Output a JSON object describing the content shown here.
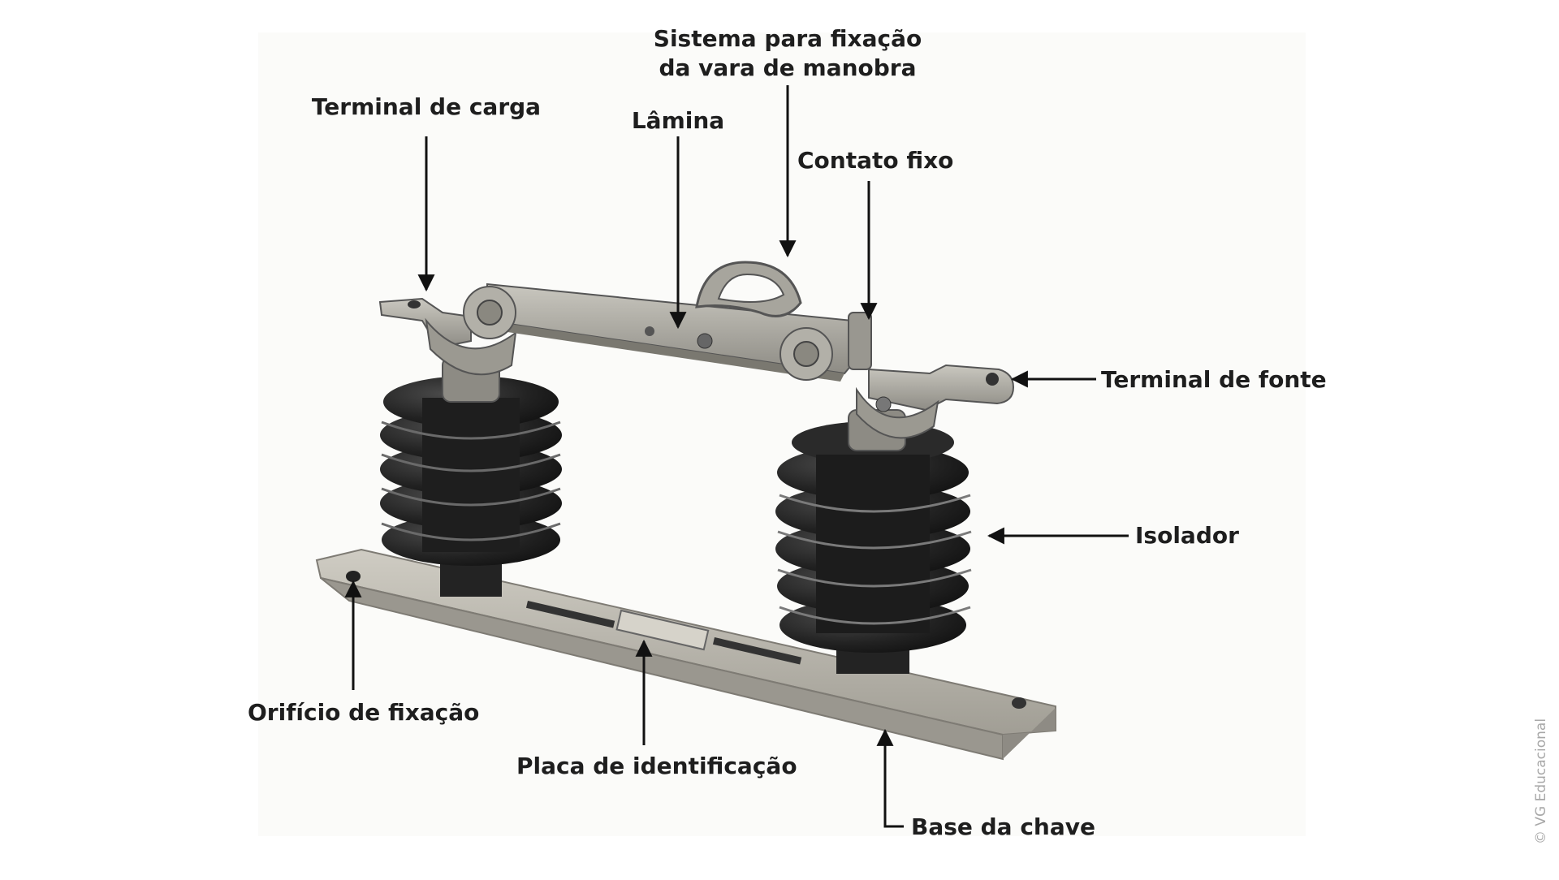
{
  "diagram": {
    "labels": {
      "sistema_line1": "Sistema para fixação",
      "sistema_line2": "da vara de manobra",
      "terminal_carga": "Terminal de carga",
      "lamina": "Lâmina",
      "contato_fixo": "Contato fixo",
      "terminal_fonte": "Terminal de fonte",
      "isolador": "Isolador",
      "orificio": "Orifício de fixação",
      "placa": "Placa de identificação",
      "base": "Base da chave"
    },
    "credit": "© VG Educacional",
    "colors": {
      "label_text": "#1e1e1e",
      "arrow": "#111111",
      "insulator": "#1c1c1c",
      "metal": "#a9a79f",
      "base_metal": "#b7b4ab",
      "background": "#fbfbf9"
    }
  }
}
